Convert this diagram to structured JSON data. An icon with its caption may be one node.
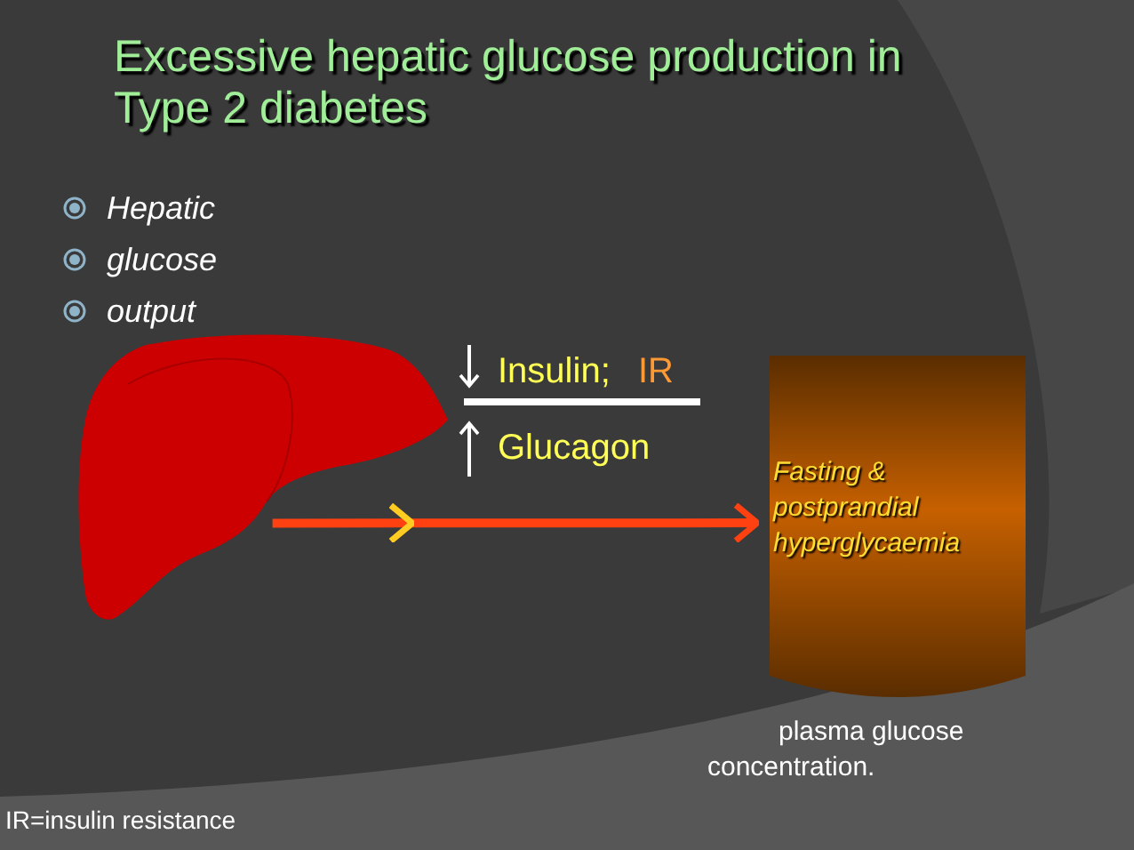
{
  "diagram": {
    "title": "Excessive hepatic glucose production in Type 2 diabetes",
    "nodes": [
      {
        "text": [],
        "shape": "picture"
      },
      {
        "text": [
          "Fasting & postprandial hyperglycaemia"
        ],
        "beside": [
          "plasma glucose concentration."
        ]
      }
    ],
    "edges": [
      {
        "from": 0,
        "to": 1,
        "arrow": "to",
        "color": "#ff4010"
      }
    ],
    "labels": [
      "Hepatic",
      "glucose",
      "output",
      "Insulin;",
      "IR",
      "Glucagon",
      "IR=insulin resistance"
    ]
  }
}
